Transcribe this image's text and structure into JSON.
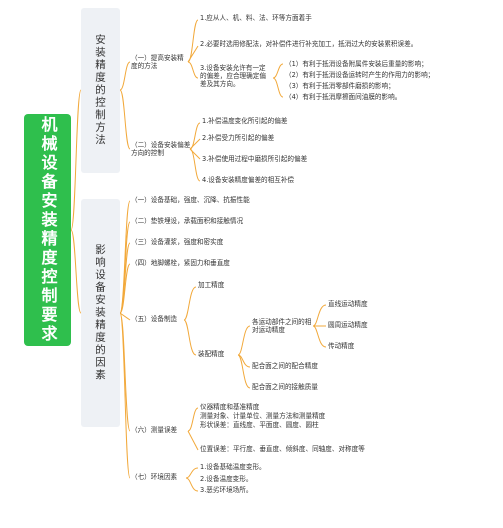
{
  "root": "机械设备安装精度控制要求",
  "branch1": {
    "title": "安装精度的控制方法",
    "sub1": {
      "label": "（一）提高安装精度的方法",
      "items": [
        "1.应从人、机、料、法、环等方面着手",
        "2.必要时选用修配法，对补偿件进行补充加工，抵消过大的安装累积误差。",
        "3.设备安装允许有一定的偏差，应合理确定偏差及其方向。"
      ],
      "subitems": [
        "（1）有利于抵消设备附属件安装后重量的影响；",
        "（2）有利于抵消设备运转时产生的作用力的影响；",
        "（3）有利于抵消零部件磨损的影响；",
        "（4）有利于抵消摩擦面间油膜的影响。"
      ]
    },
    "sub2": {
      "label": "（二）设备安装偏差方向的控制",
      "items": [
        "1.补偿温度变化所引起的偏差",
        "2.补偿受力所引起的偏差",
        "3.补偿使用过程中磨损所引起的偏差",
        "4.设备安装精度偏差的相互补偿"
      ]
    }
  },
  "branch2": {
    "title": "影响设备安装精度的因素",
    "f1": "（一）设备基础，强度、沉降、抗振性能",
    "f2": "（二）垫铁埋设，承载面积和接触情况",
    "f3": "（三）设备灌浆，强度和密实度",
    "f4": "（四）地脚螺栓，紧固力和垂直度",
    "f5": {
      "label": "（五）设备制造",
      "machining": "加工精度",
      "assembly": "装配精度",
      "relative": "各运动部件之间的相对运动精度",
      "motions": [
        "直线运动精度",
        "圆周运动精度",
        "传动精度"
      ],
      "fit": "配合面之间的配合精度",
      "contact": "配合面之间的接触质量"
    },
    "f6": {
      "label": "（六）测量误差",
      "lines": [
        "仪器精度和基准精度",
        "测量对象、计量单位、测量方法和测量精度",
        "形状误差：直线度、平面度、圆度、圆柱",
        "位置误差：平行度、垂直度、倾斜度、同轴度、对称度等"
      ]
    },
    "f7": {
      "label": "（七）环境因素",
      "items": [
        "1.设备基础温度变形。",
        "2.设备温度变形。",
        "3.恶劣环境场所。"
      ]
    }
  },
  "colors": {
    "root": "#2fbf4d",
    "line": "#f2a93b",
    "category_bg": "#eef1f5"
  }
}
